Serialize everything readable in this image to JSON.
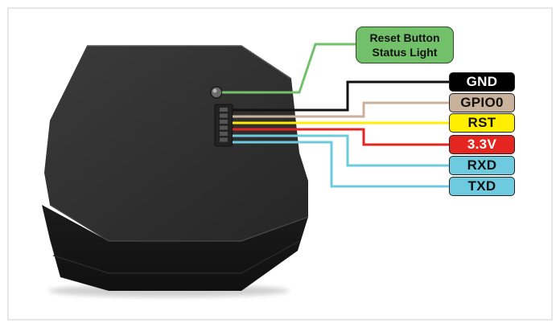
{
  "callout": {
    "line1": "Reset Button",
    "line2": "Status Light",
    "color": "#73c06b"
  },
  "pins": [
    {
      "label": "GND",
      "bg": "#000000",
      "text": "#ffffff"
    },
    {
      "label": "GPIO0",
      "bg": "#c9b29b",
      "text": "#111111"
    },
    {
      "label": "RST",
      "bg": "#ffee00",
      "text": "#111111"
    },
    {
      "label": "3.3V",
      "bg": "#e52620",
      "text": "#ffffff"
    },
    {
      "label": "RXD",
      "bg": "#6ecbdf",
      "text": "#111111"
    },
    {
      "label": "TXD",
      "bg": "#6ecbdf",
      "text": "#111111"
    }
  ]
}
